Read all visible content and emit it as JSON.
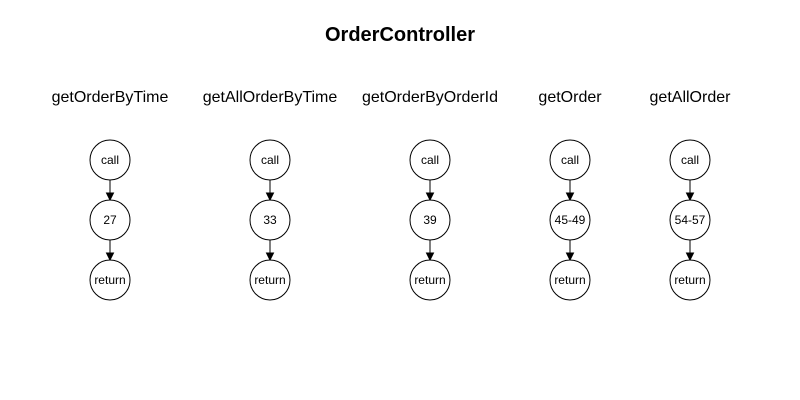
{
  "title": "OrderController",
  "methods": [
    {
      "name": "getOrderByTime",
      "nodes": [
        "call",
        "27",
        "return"
      ]
    },
    {
      "name": "getAllOrderByTime",
      "nodes": [
        "call",
        "33",
        "return"
      ]
    },
    {
      "name": "getOrderByOrderId",
      "nodes": [
        "call",
        "39",
        "return"
      ]
    },
    {
      "name": "getOrder",
      "nodes": [
        "call",
        "45-49",
        "return"
      ]
    },
    {
      "name": "getAllOrder",
      "nodes": [
        "call",
        "54-57",
        "return"
      ]
    }
  ]
}
